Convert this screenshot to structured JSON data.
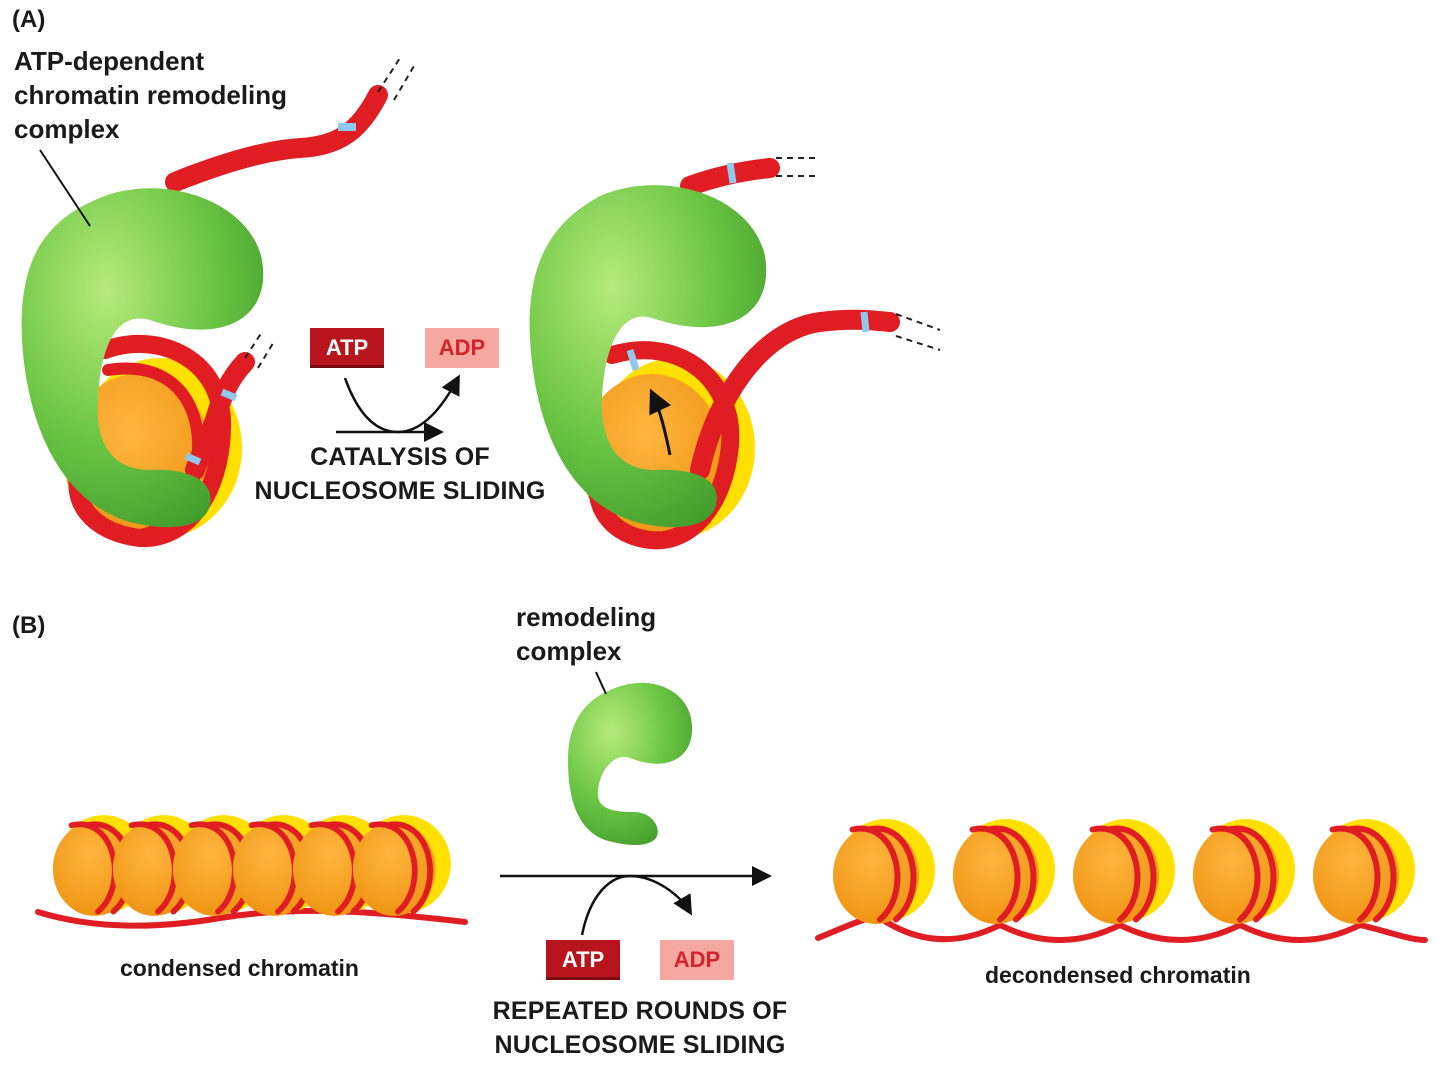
{
  "panel_a": {
    "label": "(A)",
    "callout": [
      "ATP-dependent",
      "chromatin remodeling",
      "complex"
    ],
    "atp": "ATP",
    "adp": "ADP",
    "process": [
      "CATALYSIS OF",
      "NUCLEOSOME SLIDING"
    ]
  },
  "panel_b": {
    "label": "(B)",
    "callout": [
      "remodeling",
      "complex"
    ],
    "left_caption": "condensed chromatin",
    "right_caption": "decondensed chromatin",
    "atp": "ATP",
    "adp": "ADP",
    "process": [
      "REPEATED ROUNDS OF",
      "NUCLEOSOME SLIDING"
    ]
  },
  "colors": {
    "remodeler_green": "#6cc644",
    "dna_red": "#e01d22",
    "histone_yellow": "#ffe000",
    "histone_orange": "#f6a21a",
    "dna_marker_blue": "#8fc8ec"
  }
}
